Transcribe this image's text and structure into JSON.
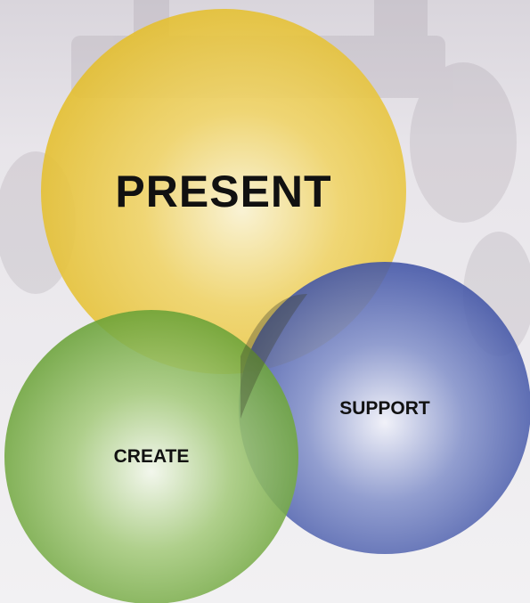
{
  "diagram": {
    "type": "venn",
    "circles": [
      {
        "id": "present",
        "label": "PRESENT",
        "color": "#e6c12d"
      },
      {
        "id": "support",
        "label": "SUPPORT",
        "color": "#3b52a8"
      },
      {
        "id": "create",
        "label": "CREATE",
        "color": "#6aa332"
      }
    ]
  }
}
